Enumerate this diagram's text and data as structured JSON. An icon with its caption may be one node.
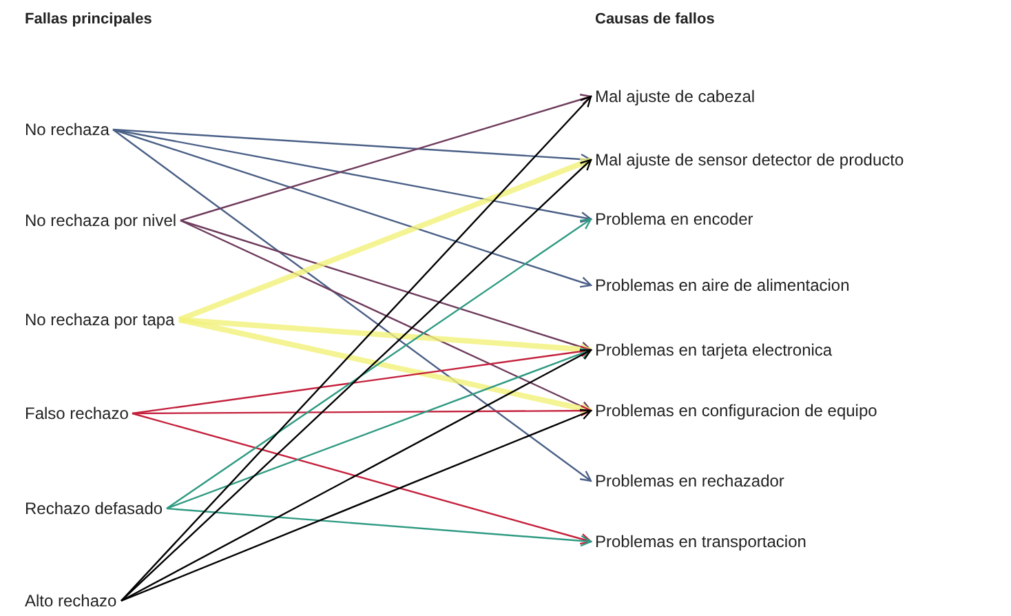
{
  "diagram": {
    "nodes": [
      {
        "text": [
          "No rechaza"
        ]
      },
      {
        "text": [
          "No rechaza por nivel"
        ]
      },
      {
        "text": [
          "No rechaza por tapa"
        ]
      },
      {
        "text": [
          "Falso rechazo"
        ]
      },
      {
        "text": [
          "Rechazo defasado"
        ]
      },
      {
        "text": [
          "Alto rechazo"
        ]
      },
      {
        "text": [
          "Mal ajuste de cabezal"
        ]
      },
      {
        "text": [
          "Mal ajuste de sensor detector de producto"
        ]
      },
      {
        "text": [
          "Problema en encoder"
        ]
      },
      {
        "text": [
          "Problemas en aire de alimentacion"
        ]
      },
      {
        "text": [
          "Problemas en tarjeta electronica"
        ]
      },
      {
        "text": [
          "Problemas en configuracion de equipo"
        ]
      },
      {
        "text": [
          "Problemas en rechazador"
        ]
      },
      {
        "text": [
          "Problemas en transportacion"
        ]
      }
    ],
    "edges": [
      {
        "from": 0,
        "to": 7,
        "arrow": "to",
        "color": "#4a5f86"
      },
      {
        "from": 0,
        "to": 8,
        "arrow": "to",
        "color": "#4a5f86"
      },
      {
        "from": 0,
        "to": 9,
        "arrow": "to",
        "color": "#4a5f86"
      },
      {
        "from": 0,
        "to": 12,
        "arrow": "to",
        "color": "#4a5f86"
      },
      {
        "from": 1,
        "to": 6,
        "arrow": "to",
        "color": "#6e3b5c"
      },
      {
        "from": 1,
        "to": 10,
        "arrow": "to",
        "color": "#6e3b5c"
      },
      {
        "from": 1,
        "to": 11,
        "arrow": "to",
        "color": "#6e3b5c"
      },
      {
        "from": 2,
        "to": 7,
        "arrow": "to",
        "style": "thick",
        "color": "#f2f27a"
      },
      {
        "from": 2,
        "to": 10,
        "arrow": "to",
        "style": "thick",
        "color": "#f2f27a"
      },
      {
        "from": 2,
        "to": 11,
        "arrow": "to",
        "style": "thick",
        "color": "#f2f27a"
      },
      {
        "from": 3,
        "to": 10,
        "arrow": "to",
        "color": "#c4203c"
      },
      {
        "from": 3,
        "to": 11,
        "arrow": "to",
        "color": "#c4203c"
      },
      {
        "from": 3,
        "to": 13,
        "arrow": "to",
        "color": "#c4203c"
      },
      {
        "from": 4,
        "to": 8,
        "arrow": "to",
        "color": "#2e9a82"
      },
      {
        "from": 4,
        "to": 10,
        "arrow": "to",
        "color": "#2e9a82"
      },
      {
        "from": 4,
        "to": 13,
        "arrow": "to",
        "color": "#2e9a82"
      },
      {
        "from": 5,
        "to": 6,
        "arrow": "to",
        "color": "#000000"
      },
      {
        "from": 5,
        "to": 7,
        "arrow": "to",
        "color": "#000000"
      },
      {
        "from": 5,
        "to": 10,
        "arrow": "to",
        "color": "#000000"
      },
      {
        "from": 5,
        "to": 11,
        "arrow": "to",
        "color": "#000000"
      }
    ],
    "labels": [
      "Fallas principales",
      "Causas de fallos"
    ]
  }
}
